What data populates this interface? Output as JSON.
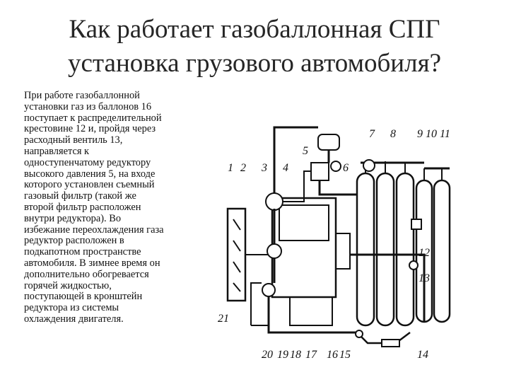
{
  "title": {
    "line1": "Как работает газобаллонная СПГ",
    "line2": "установка грузового автомобиля?"
  },
  "body": {
    "lines": [
      "При работе газобаллонной",
      "установки газ из баллонов 16",
      "поступает к распределительной",
      "крестовине 12 и, пройдя через",
      "расходный вентиль 13,",
      "направляется к",
      "одноступенчатому редуктору",
      "высокого давления 5, на входе",
      "которого установлен съемный",
      "газовый фильтр (такой же",
      "второй фильтр расположен",
      "внутри редуктора). Во",
      "избежание переохлаждения газа",
      "редуктор расположен в",
      "подкапотном пространстве",
      "автомобиля. В зимнее время он",
      "дополнительно    обогревается",
      "горячей жидкостью,",
      "поступающей в кронштейн",
      "редуктора из системы",
      "охлаждения двигателя."
    ]
  },
  "diagram": {
    "labels": {
      "n1": "1",
      "n2": "2",
      "n3": "3",
      "n4": "4",
      "n5": "5",
      "n6": "6",
      "n7": "7",
      "n8": "8",
      "n9": "9",
      "n10": "10",
      "n11": "11",
      "n12": "12",
      "n13": "13",
      "n14": "14",
      "n15": "15",
      "n16": "16",
      "n17": "17",
      "n18": "18",
      "n19": "19",
      "n20": "20",
      "n21": "21"
    }
  }
}
